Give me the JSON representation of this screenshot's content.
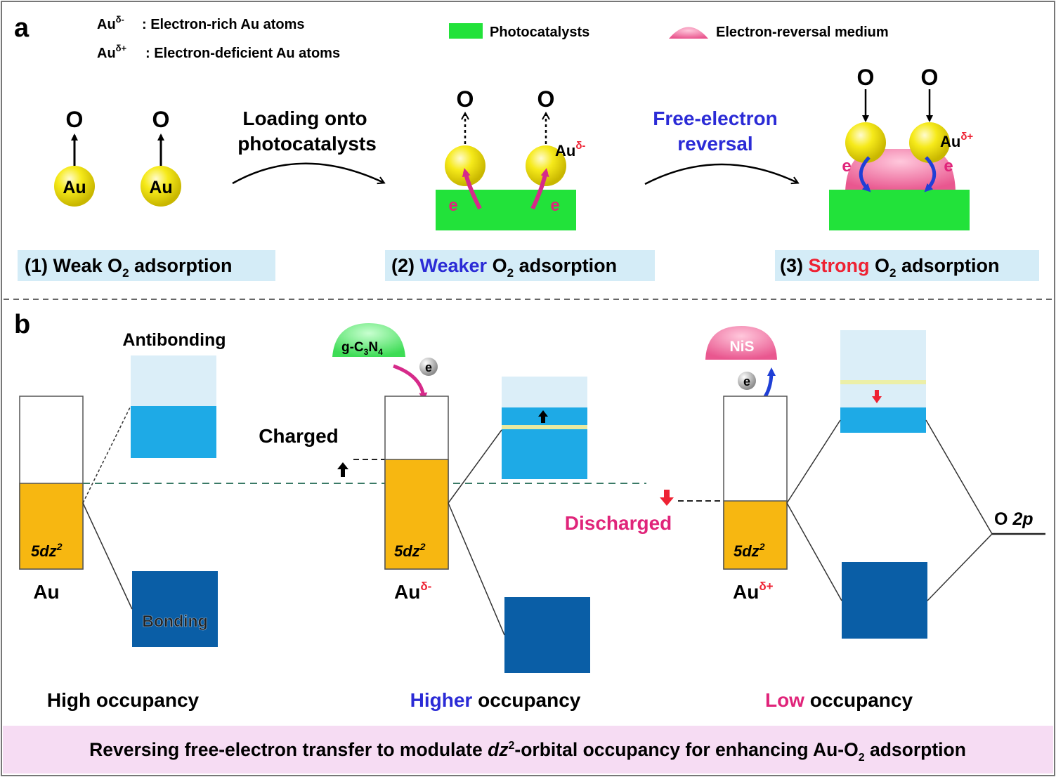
{
  "panel_a": {
    "letter": "a",
    "legend": {
      "au_minus_symbol": "Au",
      "au_minus_sup": "δ-",
      "au_minus_desc": ": Electron-rich Au atoms",
      "au_plus_symbol": "Au",
      "au_plus_sup": "δ+",
      "au_plus_desc": ": Electron-deficient Au atoms",
      "photocatalysts": "Photocatalysts",
      "medium": "Electron-reversal medium"
    },
    "atom_label": "Au",
    "o_label": "O",
    "electron": "e",
    "arrow1": {
      "line1": "Loading onto",
      "line2": "photocatalysts"
    },
    "arrow2": {
      "line1": "Free-electron",
      "line2": "reversal"
    },
    "state2_au": "Au",
    "state2_sup": "δ-",
    "state3_au": "Au",
    "state3_sup": "δ+",
    "caption1": {
      "prefix": "(1) Weak O",
      "sub": "2",
      "suffix": " adsorption"
    },
    "caption2": {
      "num": "(2) ",
      "highlight": "Weaker",
      "mid": " O",
      "sub": "2",
      "suffix": " adsorption"
    },
    "caption3": {
      "num": "(3) ",
      "highlight": "Strong",
      "mid": " O",
      "sub": "2",
      "suffix": " adsorption"
    }
  },
  "panel_b": {
    "letter": "b",
    "antibonding": "Antibonding",
    "bonding": "Bonding",
    "orbital": "5dz",
    "orbital_sup": "2",
    "au": "Au",
    "au_minus": "Au",
    "au_minus_sup": "δ-",
    "au_plus": "Au",
    "au_plus_sup": "δ+",
    "charged": "Charged",
    "discharged": "Discharged",
    "gcn": {
      "a": "g-C",
      "b": "3",
      "c": "N",
      "d": "4"
    },
    "nis": "NiS",
    "electron": "e",
    "o2p": "O ",
    "o2p_italic": "2p",
    "occ1": "High occupancy",
    "occ2_highlight": "Higher",
    "occ2_rest": " occupancy",
    "occ3_highlight": "Low",
    "occ3_rest": " occupancy"
  },
  "footer": {
    "part1": "Reversing free-electron transfer to modulate ",
    "italic": "dz",
    "sup": "2",
    "part2": "-orbital occupancy for enhancing Au-O",
    "sub": "2",
    "part3": " adsorption"
  },
  "colors": {
    "photocatalyst_green": "#22e23a",
    "medium_pink": "#f07aa8",
    "au_yellow": "#f2e600",
    "orbital_orange": "#f7b711",
    "antibonding_light": "#dbeef8",
    "antibonding_blue": "#1eaae6",
    "bonding_dark": "#0a5ea6",
    "caption_bg": "#d4ecf7",
    "footer_bg": "#f6dcf3",
    "blue_text": "#2b2bd6",
    "red_text": "#ee2233",
    "magenta_text": "#e0247a"
  }
}
